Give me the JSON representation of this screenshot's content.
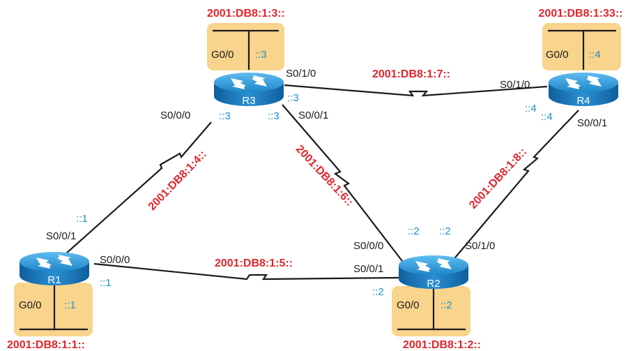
{
  "routers": {
    "r1": {
      "name": "R1",
      "lan_intf": "G0/0",
      "lan_host": "::1",
      "lan_prefix": "2001:DB8:1:1::"
    },
    "r2": {
      "name": "R2",
      "lan_intf": "G0/0",
      "lan_host": "::2",
      "lan_prefix": "2001:DB8:1:2::"
    },
    "r3": {
      "name": "R3",
      "lan_intf": "G0/0",
      "lan_host": "::3",
      "lan_prefix": "2001:DB8:1:3::"
    },
    "r4": {
      "name": "R4",
      "lan_intf": "G0/0",
      "lan_host": "::4",
      "lan_prefix": "2001:DB8:1:33::"
    }
  },
  "links": {
    "r1_r3": {
      "prefix": "2001:DB8:1:4::",
      "r1_intf": "S0/0/1",
      "r1_host": "::1",
      "r3_intf": "S0/0/0",
      "r3_host": "::3"
    },
    "r1_r2": {
      "prefix": "2001:DB8:1:5::",
      "r1_intf": "S0/0/0",
      "r1_host": "::1",
      "r2_intf": "S0/0/1",
      "r2_host": "::2"
    },
    "r3_r2": {
      "prefix": "2001:DB8:1:6::",
      "r3_intf": "S0/0/1",
      "r3_host": "::3",
      "r2_intf": "S0/0/0",
      "r2_host": "::2"
    },
    "r3_r4": {
      "prefix": "2001:DB8:1:7::",
      "r3_intf": "S0/1/0",
      "r3_host": "::3",
      "r4_intf": "S0/1/0",
      "r4_host": "::4"
    },
    "r2_r4": {
      "prefix": "2001:DB8:1:8::",
      "r2_intf": "S0/1/0",
      "r2_host": "::2",
      "r4_intf": "S0/0/1",
      "r4_host": "::4"
    }
  },
  "colors": {
    "router_body": "#1c7fc4",
    "router_top": "#3aa6e0",
    "lan_box": "#f8d48c",
    "prefix_text": "#e0262c",
    "host_text": "#1f8fc8"
  }
}
